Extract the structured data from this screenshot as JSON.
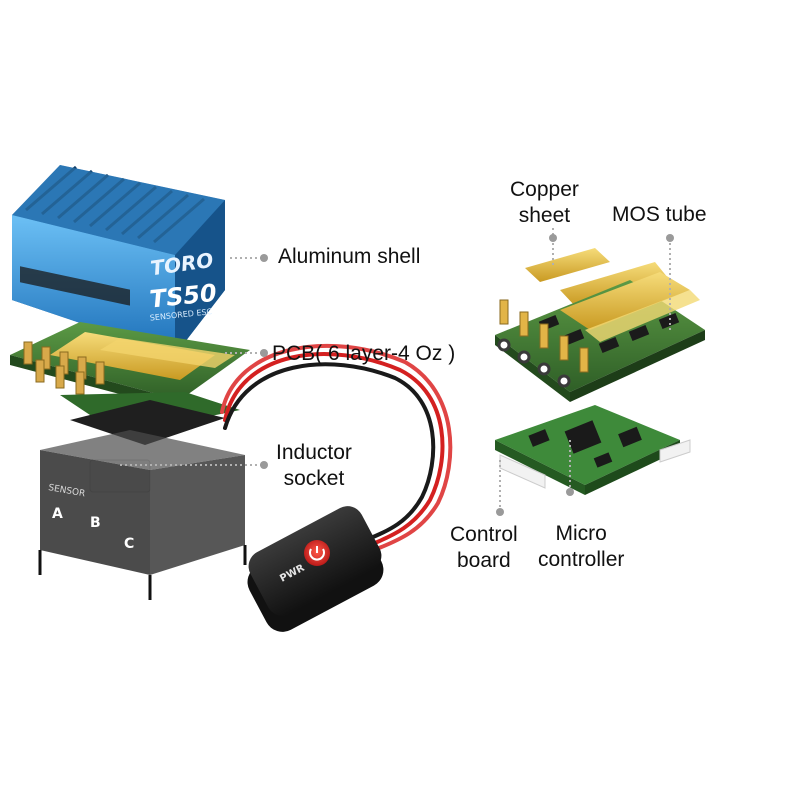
{
  "brand": {
    "shell_logo": "TORO",
    "shell_model": "TS50",
    "shell_sub": "SENSORED ESC",
    "sensor_text": "SENSOR",
    "phase_a": "A",
    "phase_b": "B",
    "phase_c": "C",
    "power_label": "PWR"
  },
  "colors": {
    "shell_blue": "#2f8fd6",
    "shell_dark": "#1a5f9e",
    "pcb_green": "#3f7a34",
    "gold": "#d9b23a",
    "copper_sheet": "#e8c453",
    "wire_red": "#d42020",
    "wire_black": "#1a1a1a",
    "switch_body": "#222222",
    "leader_line": "#b0b0b0",
    "dot": "#9a9a9a"
  },
  "callouts": [
    {
      "id": "aluminum-shell",
      "lines": [
        "Aluminum shell"
      ]
    },
    {
      "id": "pcb",
      "lines": [
        "PCB( 6 layer-4 Oz )"
      ]
    },
    {
      "id": "inductor-socket",
      "lines": [
        "Inductor",
        "socket"
      ]
    },
    {
      "id": "copper-sheet",
      "lines": [
        "Copper",
        "sheet"
      ]
    },
    {
      "id": "mos-tube",
      "lines": [
        "MOS tube"
      ]
    },
    {
      "id": "control-board",
      "lines": [
        "Control",
        "board"
      ]
    },
    {
      "id": "micro-controller",
      "lines": [
        "Micro",
        "controller"
      ]
    }
  ]
}
